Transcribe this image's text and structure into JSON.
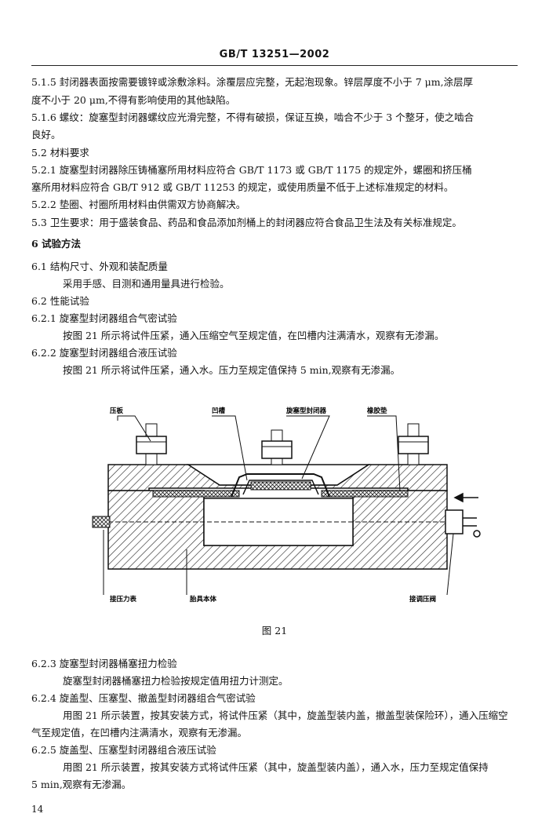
{
  "header": "GB/T 13251—2002",
  "lines": [
    "5.1.5   封闭器表面按需要镀锌或涂敷涂料。涂覆层应完整，无起泡现象。锌层厚度不小于 7 μm,涂层厚",
    "度不小于 20 μm,不得有影响使用的其他缺陷。",
    "5.1.6   螺纹：旋塞型封闭器螺纹应光滑完整，不得有破损，保证互换，啮合不少于 3 个整牙，使之啮合",
    "良好。",
    "5.2   材料要求",
    "5.2.1   旋塞型封闭器除压铸桶塞所用材料应符合 GB/T 1173 或 GB/T 1175 的规定外，螺圈和挤压桶",
    "塞所用材料应符合 GB/T 912 或 GB/T 11253 的规定，或使用质量不低于上述标准规定的材料。",
    "5.2.2   垫圈、衬圈所用材料由供需双方协商解决。",
    "5.3   卫生要求：用于盛装食品、药品和食品添加剂桶上的封闭器应符合食品卫生法及有关标准规定。",
    "6   试验方法",
    "6.1   结构尺寸、外观和装配质量",
    "采用手感、目测和通用量具进行检验。",
    "6.2   性能试验",
    "6.2.1   旋塞型封闭器组合气密试验",
    "按图 21 所示将试件压紧，通入压缩空气至规定值，在凹槽内注满清水，观察有无渗漏。",
    "6.2.2   旋塞型封闭器组合液压试验",
    "按图 21 所示将试件压紧，通入水。压力至规定值保持 5 min,观察有无渗漏。",
    "6.2.3   旋塞型封闭器桶塞扭力检验",
    "旋塞型封闭器桶塞扭力检验按规定值用扭力计测定。",
    "6.2.4   旋盖型、压塞型、撤盖型封闭器组合气密试验",
    "用图 21 所示装置，按其安装方式，将试件压紧（其中，旋盖型装内盖，撤盖型装保险环），通入压缩空",
    "气至规定值，在凹槽内注满清水，观察有无渗漏。",
    "6.2.5   旋盖型、压塞型封闭器组合液压试验",
    "用图 21 所示装置，按其安装方式将试件压紧（其中，旋盖型装内盖），通入水，压力至规定值保持",
    "5 min,观察有无渗漏。"
  ],
  "figure": {
    "labels": {
      "pressure_plate": "压板",
      "groove": "凹槽",
      "closure": "旋塞型封闭器",
      "rubber_pad": "橡胶垫",
      "gauge": "接压力表",
      "fixture": "胎具本体",
      "valve": "接调压阀"
    },
    "caption": "图 21"
  },
  "page_number": "14"
}
